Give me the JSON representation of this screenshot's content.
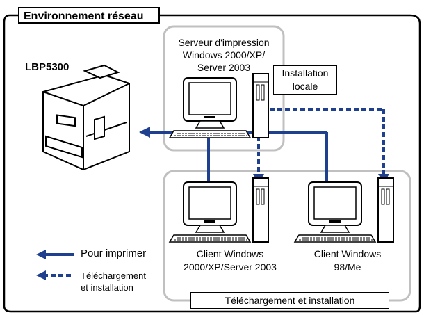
{
  "title": "Environnement réseau",
  "printer": {
    "label": "LBP5300"
  },
  "server": {
    "lines": [
      "Serveur d'impression",
      "Windows 2000/XP/",
      "Server 2003"
    ],
    "install_lines": [
      "Installation",
      "locale"
    ]
  },
  "clients": [
    {
      "lines": [
        "Client Windows",
        "2000/XP/Server 2003"
      ]
    },
    {
      "lines": [
        "Client Windows",
        "98/Me"
      ]
    }
  ],
  "legend": {
    "print_label": "Pour imprimer",
    "download_lines": [
      "Téléchargement",
      "et installation"
    ]
  },
  "bottom_label": "Téléchargement et installation",
  "colors": {
    "line": "#1f3f8f",
    "box_border": "#c0c0c0",
    "frame": "#000000"
  },
  "icons": [
    "printer-icon",
    "computer-icon"
  ]
}
